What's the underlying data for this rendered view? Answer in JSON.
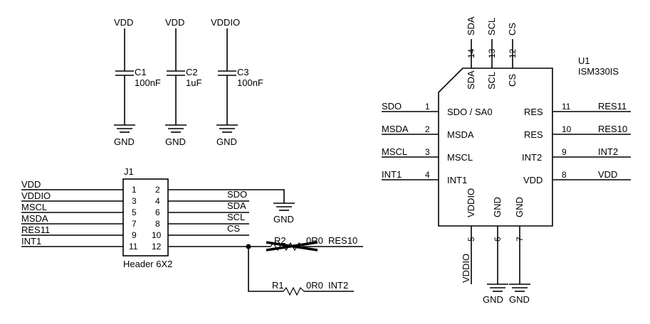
{
  "capacitors": [
    {
      "supply": "VDD",
      "ref": "C1",
      "value": "100nF",
      "gnd": "GND"
    },
    {
      "supply": "VDD",
      "ref": "C2",
      "value": "1uF",
      "gnd": "GND"
    },
    {
      "supply": "VDDIO",
      "ref": "C3",
      "value": "100nF",
      "gnd": "GND"
    }
  ],
  "header": {
    "ref": "J1",
    "name": "Header 6X2",
    "left_nets": [
      "VDD",
      "VDDIO",
      "MSCL",
      "MSDA",
      "RES11",
      "INT1"
    ],
    "left_pins": [
      "1",
      "3",
      "5",
      "7",
      "9",
      "11"
    ],
    "right_pins": [
      "2",
      "4",
      "6",
      "8",
      "10",
      "12"
    ],
    "right_nets": [
      "SDO",
      "SDA",
      "SCL",
      "CS"
    ],
    "gnd": "GND"
  },
  "resistors": [
    {
      "ref": "R2",
      "value": "0R0",
      "net": "RES10"
    },
    {
      "ref": "R1",
      "value": "0R0",
      "net": "INT2"
    }
  ],
  "ic": {
    "ref": "U1",
    "part": "ISM330IS",
    "top": [
      {
        "net": "SDA",
        "num": "14",
        "pin": "SDA"
      },
      {
        "net": "SCL",
        "num": "13",
        "pin": "SCL"
      },
      {
        "net": "CS",
        "num": "12",
        "pin": "CS"
      }
    ],
    "left": [
      {
        "net": "SDO",
        "num": "1",
        "pin": "SDO / SA0"
      },
      {
        "net": "MSDA",
        "num": "2",
        "pin": "MSDA"
      },
      {
        "net": "MSCL",
        "num": "3",
        "pin": "MSCL"
      },
      {
        "net": "INT1",
        "num": "4",
        "pin": "INT1"
      }
    ],
    "right": [
      {
        "net": "RES11",
        "num": "11",
        "pin": "RES"
      },
      {
        "net": "RES10",
        "num": "10",
        "pin": "RES"
      },
      {
        "net": "INT2",
        "num": "9",
        "pin": "INT2"
      },
      {
        "net": "VDD",
        "num": "8",
        "pin": "VDD"
      }
    ],
    "bottom": [
      {
        "net": "VDDIO",
        "num": "5",
        "pin": "VDDIO"
      },
      {
        "net": "GND",
        "num": "6",
        "pin": "GND"
      },
      {
        "net": "GND",
        "num": "7",
        "pin": "GND"
      }
    ]
  }
}
